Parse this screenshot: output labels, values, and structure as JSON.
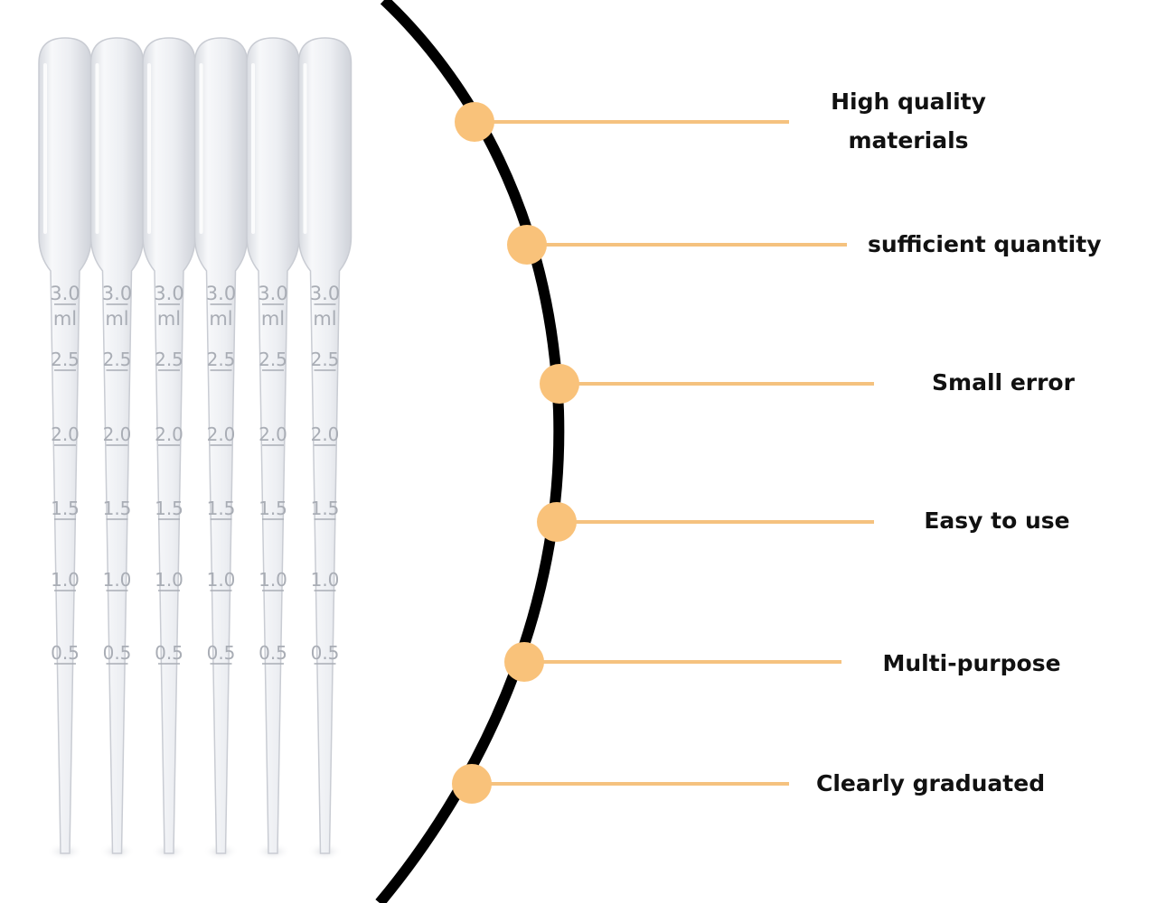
{
  "pipettes": {
    "count": 6,
    "capacity_label": "3.0",
    "unit_label": "ml",
    "graduations": [
      "2.5",
      "2.0",
      "1.5",
      "1.0",
      "0.5"
    ]
  },
  "features": [
    {
      "label_lines": [
        "High quality",
        "materials"
      ]
    },
    {
      "label_lines": [
        "sufficient quantity"
      ]
    },
    {
      "label_lines": [
        "Small error"
      ]
    },
    {
      "label_lines": [
        "Easy to use"
      ]
    },
    {
      "label_lines": [
        "Multi-purpose"
      ]
    },
    {
      "label_lines": [
        "Clearly graduated"
      ]
    }
  ],
  "colors": {
    "arc": "#000000",
    "marker": "#f9c27a",
    "connector": "#f5c27f",
    "pipette_body": "#eef0f4",
    "pipette_edge": "#c9ccd3",
    "graduation_text": "#a9adb5"
  }
}
